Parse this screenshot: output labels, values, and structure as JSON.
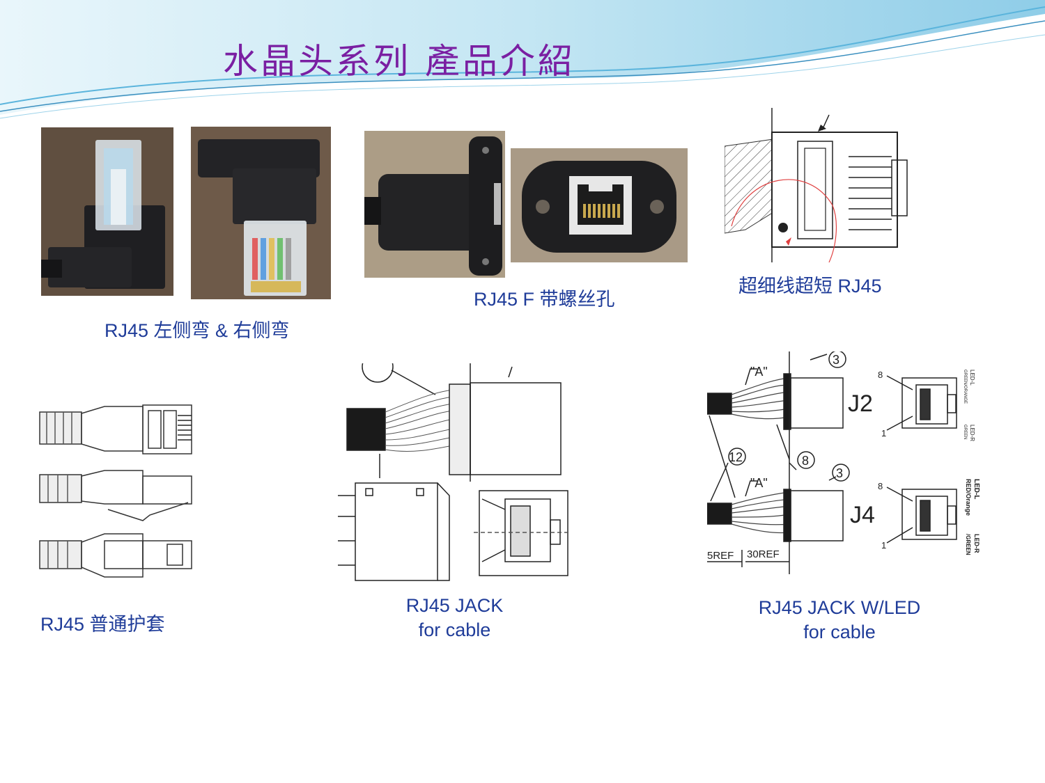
{
  "slide": {
    "title": "水晶头系列 產品介紹",
    "colors": {
      "title": "#7a1fa2",
      "caption": "#1f3c99",
      "wave": "#9fd6ec"
    }
  },
  "captions": {
    "bend": "RJ45 左侧弯 & 右侧弯",
    "screw": "RJ45 F 带螺丝孔",
    "ultrathin": "超细线超短 RJ45",
    "boot": "RJ45 普通护套",
    "jack_line1": "RJ45  JACK",
    "jack_line2": "for cable",
    "jack_led_line1": "RJ45  JACK W/LED",
    "jack_led_line2": "for cable"
  },
  "drawing_labels": {
    "callout_a1": "\"A\"",
    "callout_a2": "\"A\"",
    "num_3a": "3",
    "num_3b": "3",
    "num_12": "12",
    "num_8": "8",
    "j2": "J2",
    "j4": "J4",
    "pin8_top": "8",
    "pin1_top": "1",
    "pin8_bot": "8",
    "pin1_bot": "1",
    "led_l_top": "LED-L",
    "led_l_top_colors": "GREEN/ORANGE",
    "led_r_top": "LED-R",
    "led_r_top_color": "GREEN",
    "led_l_bot": "LED-L",
    "led_l_bot_colors": "RED/Orange",
    "led_r_bot": "LED-R",
    "led_r_bot_color": "/GREEN",
    "ref_5": "5REF",
    "ref_30": "30REF"
  }
}
